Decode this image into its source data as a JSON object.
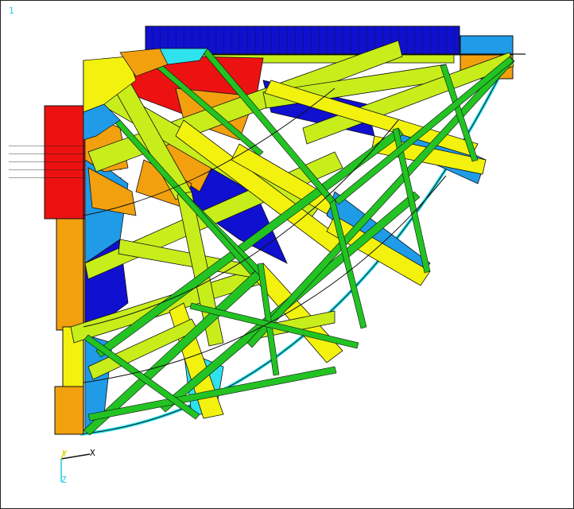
{
  "window": {
    "number_label": "1"
  },
  "triad": {
    "x_label": "X",
    "y_label": "Y",
    "z_label": "Z"
  },
  "colors": {
    "blue": "#1010d0",
    "light_blue": "#1f9be8",
    "cyan": "#2ee2ee",
    "green": "#22c322",
    "yellow_green": "#c7ee1a",
    "yellow": "#f2f20e",
    "orange": "#f2a00e",
    "red": "#ec1212",
    "outline": "#111111",
    "frame_bg": "#ffffff"
  },
  "legend_note": ""
}
